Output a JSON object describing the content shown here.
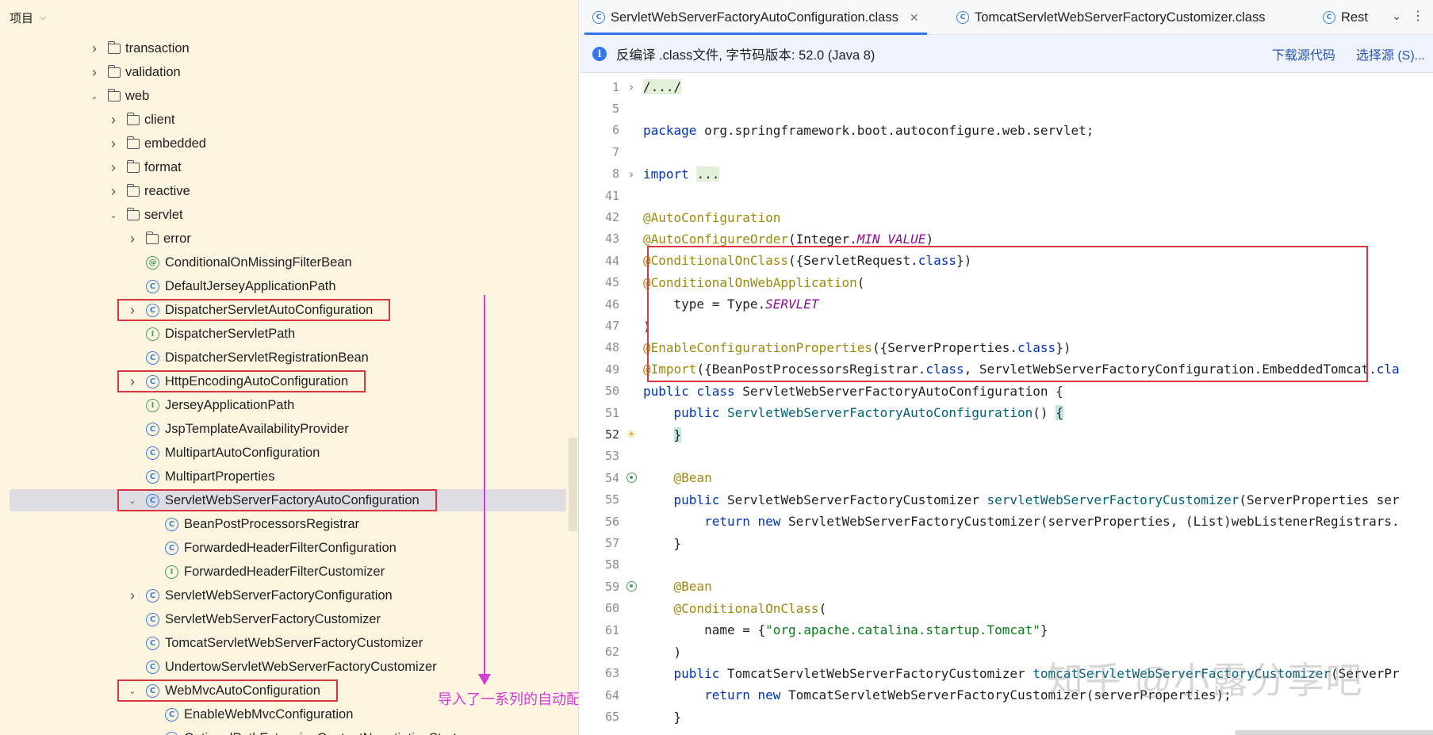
{
  "project_panel": {
    "title": "项目",
    "tree": [
      {
        "label": "transaction",
        "kind": "folder",
        "arrow": "right"
      },
      {
        "label": "validation",
        "kind": "folder",
        "arrow": "right"
      },
      {
        "label": "web",
        "kind": "folder",
        "arrow": "down"
      },
      {
        "label": "client",
        "kind": "folder",
        "arrow": "right"
      },
      {
        "label": "embedded",
        "kind": "folder",
        "arrow": "right"
      },
      {
        "label": "format",
        "kind": "folder",
        "arrow": "right"
      },
      {
        "label": "reactive",
        "kind": "folder",
        "arrow": "right"
      },
      {
        "label": "servlet",
        "kind": "folder",
        "arrow": "down"
      },
      {
        "label": "error",
        "kind": "folder",
        "arrow": "right"
      },
      {
        "label": "ConditionalOnMissingFilterBean",
        "kind": "annotation",
        "arrow": "none"
      },
      {
        "label": "DefaultJerseyApplicationPath",
        "kind": "class",
        "arrow": "none"
      },
      {
        "label": "DispatcherServletAutoConfiguration",
        "kind": "class",
        "arrow": "right",
        "highlight": true
      },
      {
        "label": "DispatcherServletPath",
        "kind": "interface",
        "arrow": "none"
      },
      {
        "label": "DispatcherServletRegistrationBean",
        "kind": "class",
        "arrow": "none"
      },
      {
        "label": "HttpEncodingAutoConfiguration",
        "kind": "class",
        "arrow": "right",
        "highlight": true
      },
      {
        "label": "JerseyApplicationPath",
        "kind": "interface",
        "arrow": "none"
      },
      {
        "label": "JspTemplateAvailabilityProvider",
        "kind": "class",
        "arrow": "none"
      },
      {
        "label": "MultipartAutoConfiguration",
        "kind": "class",
        "arrow": "none"
      },
      {
        "label": "MultipartProperties",
        "kind": "class",
        "arrow": "none"
      },
      {
        "label": "ServletWebServerFactoryAutoConfiguration",
        "kind": "class",
        "arrow": "down",
        "highlight": true,
        "selected": true
      },
      {
        "label": "BeanPostProcessorsRegistrar",
        "kind": "class",
        "arrow": "none"
      },
      {
        "label": "ForwardedHeaderFilterConfiguration",
        "kind": "class",
        "arrow": "none"
      },
      {
        "label": "ForwardedHeaderFilterCustomizer",
        "kind": "interface",
        "arrow": "none"
      },
      {
        "label": "ServletWebServerFactoryConfiguration",
        "kind": "class",
        "arrow": "right"
      },
      {
        "label": "ServletWebServerFactoryCustomizer",
        "kind": "class",
        "arrow": "none"
      },
      {
        "label": "TomcatServletWebServerFactoryCustomizer",
        "kind": "class",
        "arrow": "none"
      },
      {
        "label": "UndertowServletWebServerFactoryCustomizer",
        "kind": "class",
        "arrow": "none"
      },
      {
        "label": "WebMvcAutoConfiguration",
        "kind": "class",
        "arrow": "down",
        "highlight": true
      },
      {
        "label": "EnableWebMvcConfiguration",
        "kind": "class",
        "arrow": "none"
      },
      {
        "label": "OptionalPathExtensionContentNegotiationStrategy",
        "kind": "class",
        "arrow": "none"
      }
    ],
    "annotation": "导入了一系列的自动配置"
  },
  "tabs": [
    {
      "label": "ServletWebServerFactoryAutoConfiguration.class",
      "active": true
    },
    {
      "label": "TomcatServletWebServerFactoryCustomizer.class",
      "active": false
    },
    {
      "label": "Rest",
      "active": false
    }
  ],
  "banner": {
    "text": "反编译 .class文件, 字节码版本: 52.0 (Java 8)",
    "download_label": "下载源代码",
    "choose_label": "选择源 (S)..."
  },
  "code": [
    {
      "n": "1",
      "gutter": "fold",
      "src": "<span class=\"fold\">/.../</span>"
    },
    {
      "n": "5",
      "gutter": "",
      "src": ""
    },
    {
      "n": "6",
      "gutter": "",
      "src": "<span class=\"kw\">package</span> org.springframework.boot.autoconfigure.web.servlet;"
    },
    {
      "n": "7",
      "gutter": "",
      "src": ""
    },
    {
      "n": "8",
      "gutter": "fold",
      "src": "<span class=\"kw\">import</span> <span class=\"fold\">...</span>"
    },
    {
      "n": "41",
      "gutter": "",
      "src": ""
    },
    {
      "n": "42",
      "gutter": "",
      "src": "<span class=\"an\">@AutoConfiguration</span>"
    },
    {
      "n": "43",
      "gutter": "",
      "src": "<span class=\"an\">@AutoConfigureOrder</span>(Integer.<span class=\"st\">MIN_VALUE</span>)"
    },
    {
      "n": "44",
      "gutter": "",
      "src": "<span class=\"an\">@ConditionalOnClass</span>({ServletRequest.<span class=\"kw\">class</span>})"
    },
    {
      "n": "45",
      "gutter": "",
      "src": "<span class=\"an\">@ConditionalOnWebApplication</span>("
    },
    {
      "n": "46",
      "gutter": "",
      "src": "    type = Type.<span class=\"st\">SERVLET</span>"
    },
    {
      "n": "47",
      "gutter": "",
      "src": ")"
    },
    {
      "n": "48",
      "gutter": "",
      "src": "<span class=\"an\">@EnableConfigurationProperties</span>({ServerProperties.<span class=\"kw\">class</span>})"
    },
    {
      "n": "49",
      "gutter": "",
      "src": "<span class=\"an\">@Import</span>({BeanPostProcessorsRegistrar.<span class=\"kw\">class</span>, ServletWebServerFactoryConfiguration.EmbeddedTomcat.<span class=\"kw\">cla</span>"
    },
    {
      "n": "50",
      "gutter": "",
      "src": "<span class=\"kw\">public class</span> ServletWebServerFactoryAutoConfiguration {"
    },
    {
      "n": "51",
      "gutter": "",
      "src": "    <span class=\"kw\">public</span> <span class=\"fn\">ServletWebServerFactoryAutoConfiguration</span>() <span class=\"brace-hl\">{</span>"
    },
    {
      "n": "52",
      "gutter": "bulb",
      "src": "    <span class=\"brace-hl\">}</span>",
      "current": true
    },
    {
      "n": "53",
      "gutter": "",
      "src": ""
    },
    {
      "n": "54",
      "gutter": "bean",
      "src": "    <span class=\"an\">@Bean</span>"
    },
    {
      "n": "55",
      "gutter": "",
      "src": "    <span class=\"kw\">public</span> ServletWebServerFactoryCustomizer <span class=\"fn\">servletWebServerFactoryCustomizer</span>(ServerProperties ser"
    },
    {
      "n": "56",
      "gutter": "",
      "src": "        <span class=\"kw\">return new</span> ServletWebServerFactoryCustomizer(serverProperties, (List)webListenerRegistrars."
    },
    {
      "n": "57",
      "gutter": "",
      "src": "    }"
    },
    {
      "n": "58",
      "gutter": "",
      "src": ""
    },
    {
      "n": "59",
      "gutter": "bean",
      "src": "    <span class=\"an\">@Bean</span>"
    },
    {
      "n": "60",
      "gutter": "",
      "src": "    <span class=\"an\">@ConditionalOnClass</span>("
    },
    {
      "n": "61",
      "gutter": "",
      "src": "        name = {<span class=\"str\">\"org.apache.catalina.startup.Tomcat\"</span>}"
    },
    {
      "n": "62",
      "gutter": "",
      "src": "    )"
    },
    {
      "n": "63",
      "gutter": "",
      "src": "    <span class=\"kw\">public</span> TomcatServletWebServerFactoryCustomizer <span class=\"fn\">tomcatServletWebServerFactoryCustomizer</span>(ServerPr"
    },
    {
      "n": "64",
      "gutter": "",
      "src": "        <span class=\"kw\">return new</span> TomcatServletWebServerFactoryCustomizer(serverProperties);"
    },
    {
      "n": "65",
      "gutter": "",
      "src": "    }"
    }
  ],
  "watermark": "知乎 @小露分享吧",
  "colors": {
    "accent": "#3574f0",
    "highlight_box": "#d9363e",
    "annotation": "#d23bd6",
    "panel_bg": "#fdf5e0"
  }
}
